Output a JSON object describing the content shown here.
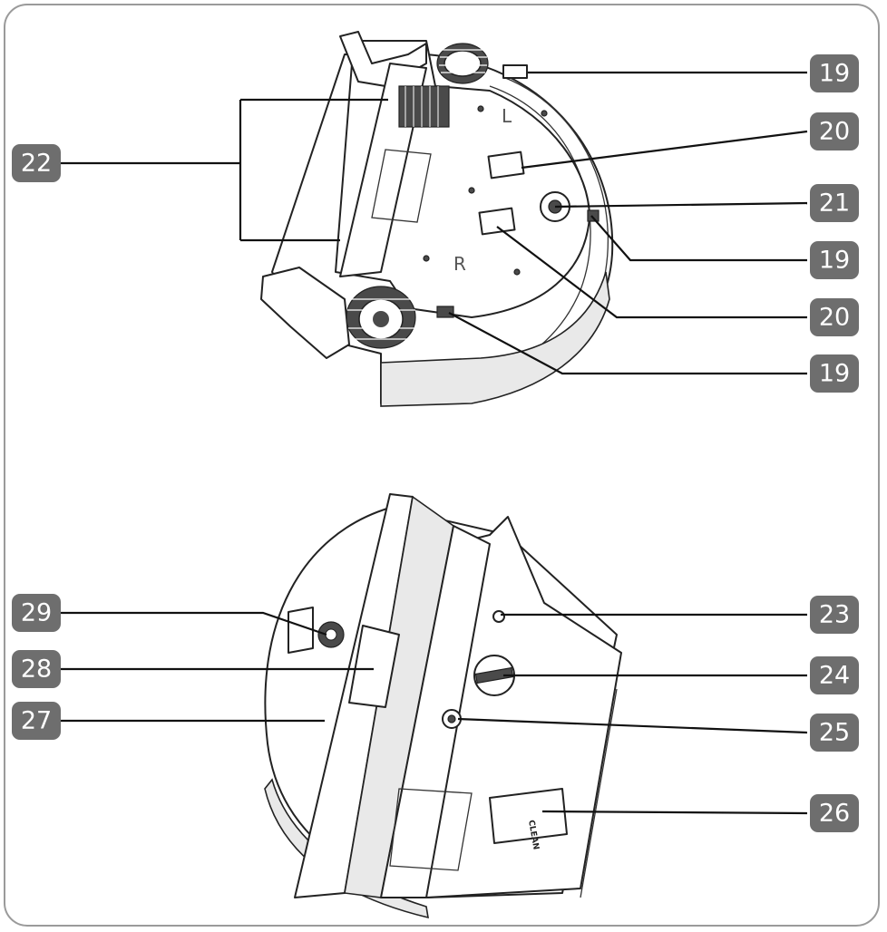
{
  "top_view": {
    "labels": {
      "side_brush_clip_a": "19",
      "cliff_sensor_a": "20",
      "front_caster": "21",
      "side_brush_clip_b": "19",
      "cliff_sensor_b": "20",
      "side_brush_clip_c": "19",
      "chassis_cover": "22"
    },
    "emboss_left": "L",
    "emboss_right": "R"
  },
  "bottom_view": {
    "labels": {
      "part_23": "23",
      "part_24": "24",
      "part_25": "25",
      "part_26": "26",
      "part_27": "27",
      "part_28": "28",
      "part_29": "29"
    },
    "tab_text": "CLEAN"
  },
  "colors": {
    "badge": "#6e6e6e",
    "frame": "#9a9a9a",
    "line": "#111111"
  }
}
